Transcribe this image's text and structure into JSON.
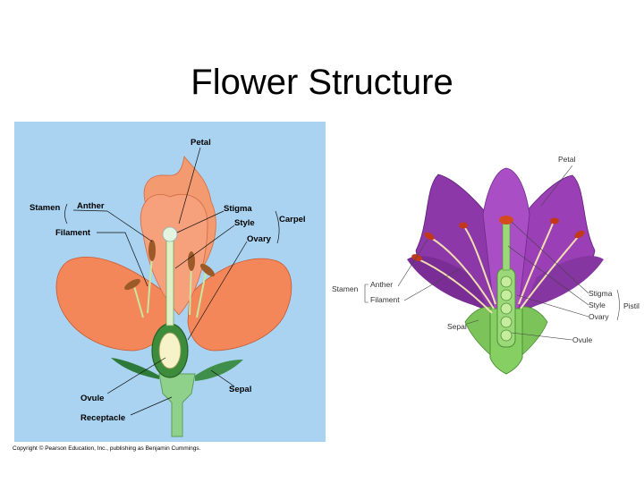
{
  "slide": {
    "title": "Flower Structure",
    "copyright": "Copyright © Pearson Education, Inc., publishing as Benjamin Cummings."
  },
  "left_diagram": {
    "labels": {
      "petal": "Petal",
      "stamen": "Stamen",
      "anther": "Anther",
      "filament": "Filament",
      "stigma": "Stigma",
      "style": "Style",
      "ovary": "Ovary",
      "carpel": "Carpel",
      "ovule": "Ovule",
      "receptacle": "Receptacle",
      "sepal": "Sepal"
    },
    "colors": {
      "background": "#a9d3f1",
      "petal": "#f4875a",
      "stem": "#8fd08a"
    }
  },
  "right_diagram": {
    "labels": {
      "petal": "Petal",
      "stamen": "Stamen",
      "anther": "Anther",
      "filament": "Filament",
      "stigma": "Stigma",
      "style": "Style",
      "ovary": "Ovary",
      "pistil": "Pistil",
      "sepal": "Sepal",
      "ovule": "Ovule"
    },
    "colors": {
      "petal": "#9a3fb5",
      "stem": "#7cc45a"
    }
  }
}
